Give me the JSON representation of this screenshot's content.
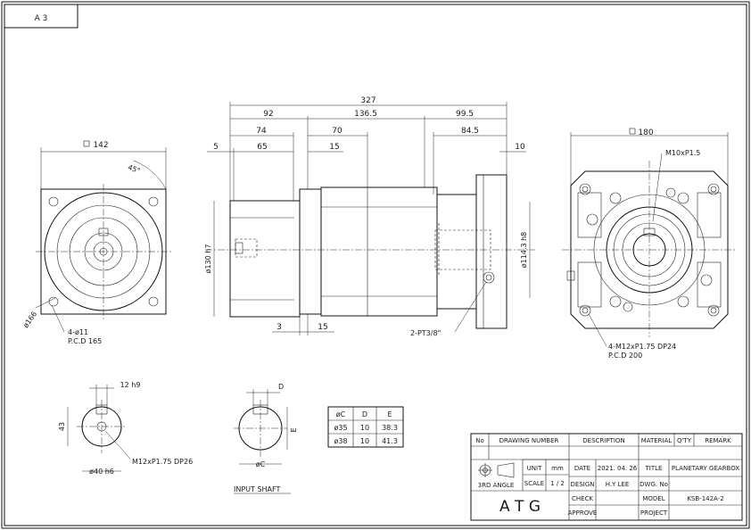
{
  "sheet": {
    "size_label": "A 3"
  },
  "front_view": {
    "square": "142",
    "angle": "45°",
    "bolt_holes": "4-ø11",
    "pcd": "P.C.D 165",
    "outer_dia": "ø166"
  },
  "side_view": {
    "overall": "327",
    "seg_left": "92",
    "seg_mid": "136.5",
    "seg_right": "99.5",
    "d74": "74",
    "d65": "65",
    "d5": "5",
    "d70": "70",
    "d15_top": "15",
    "d84_5": "84.5",
    "d10": "10",
    "d3": "3",
    "d15_bot": "15",
    "pilot_in": "ø130 h7",
    "pilot_out": "ø114.3 h8",
    "port": "2-PT3/8\""
  },
  "rear_view": {
    "square": "180",
    "tap": "M10xP1.5",
    "bolts": "4-M12xP1.75 DP24",
    "pcd": "P.C.D 200"
  },
  "output_shaft": {
    "key": "12 h9",
    "height": "43",
    "dia": "ø40 h6",
    "tap": "M12xP1.75 DP26"
  },
  "input_shaft": {
    "label": "INPUT SHAFT",
    "d": "D",
    "e": "E",
    "c": "øC"
  },
  "input_table": {
    "headers": [
      "øC",
      "D",
      "E"
    ],
    "rows": [
      [
        "ø35",
        "10",
        "38.3"
      ],
      [
        "ø38",
        "10",
        "41.3"
      ]
    ]
  },
  "title_block": {
    "h_no": "No",
    "h_drawing": "DRAWING NUMBER",
    "h_desc": "DESCRIPTION",
    "h_material": "MATERIAL",
    "h_qty": "Q'TY",
    "h_remark": "REMARK",
    "unit_label": "UNIT",
    "unit_value": "mm",
    "scale_label": "SCALE",
    "scale_value": "1 / 2",
    "angle_label": "3RD ANGLE",
    "date_label": "DATE",
    "date_value": "2021. 04. 26",
    "design_label": "DESIGN",
    "design_value": "H.Y LEE",
    "check_label": "CHECK",
    "approve_label": "APPROVE",
    "title_label": "TITLE",
    "title_value": "PLANETARY GEARBOX",
    "dwg_label": "DWG. No",
    "model_label": "MODEL",
    "model_value": "KSB-142A-2",
    "project_label": "PROJECT",
    "company": "A T G"
  }
}
